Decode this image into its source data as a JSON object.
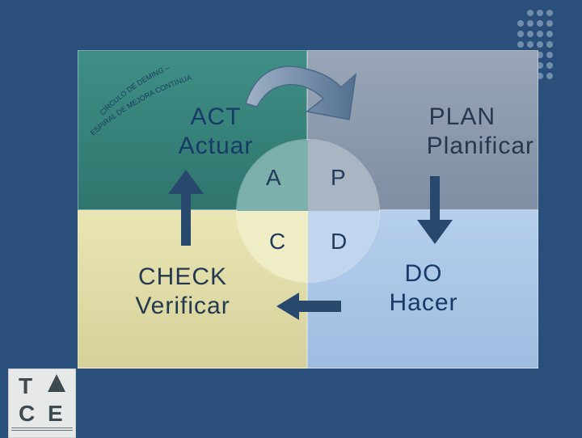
{
  "quadrants": {
    "act": {
      "title": "ACT",
      "subtitle": "Actuar"
    },
    "plan": {
      "title": "PLAN",
      "subtitle": "Planificar"
    },
    "check": {
      "title": "CHECK",
      "subtitle": "Verificar"
    },
    "do": {
      "title": "DO",
      "subtitle": "Hacer"
    }
  },
  "circle_letters": {
    "a": "A",
    "p": "P",
    "c": "C",
    "d": "D"
  },
  "curved_text": {
    "line1": "CÍRCULO DE DEMING –",
    "line2": "ESPIRAL DE MEJORA CONTINUA"
  },
  "logo": {
    "top_letter": "T",
    "bottom_left": "C",
    "bottom_right": "E"
  },
  "colors": {
    "background": "#2a4f7a",
    "act": "#3a8880",
    "plan": "#8e9cb0",
    "check": "#e0dca8",
    "do": "#abc6e7",
    "arrow": "#28486e",
    "label": "#173a66"
  }
}
